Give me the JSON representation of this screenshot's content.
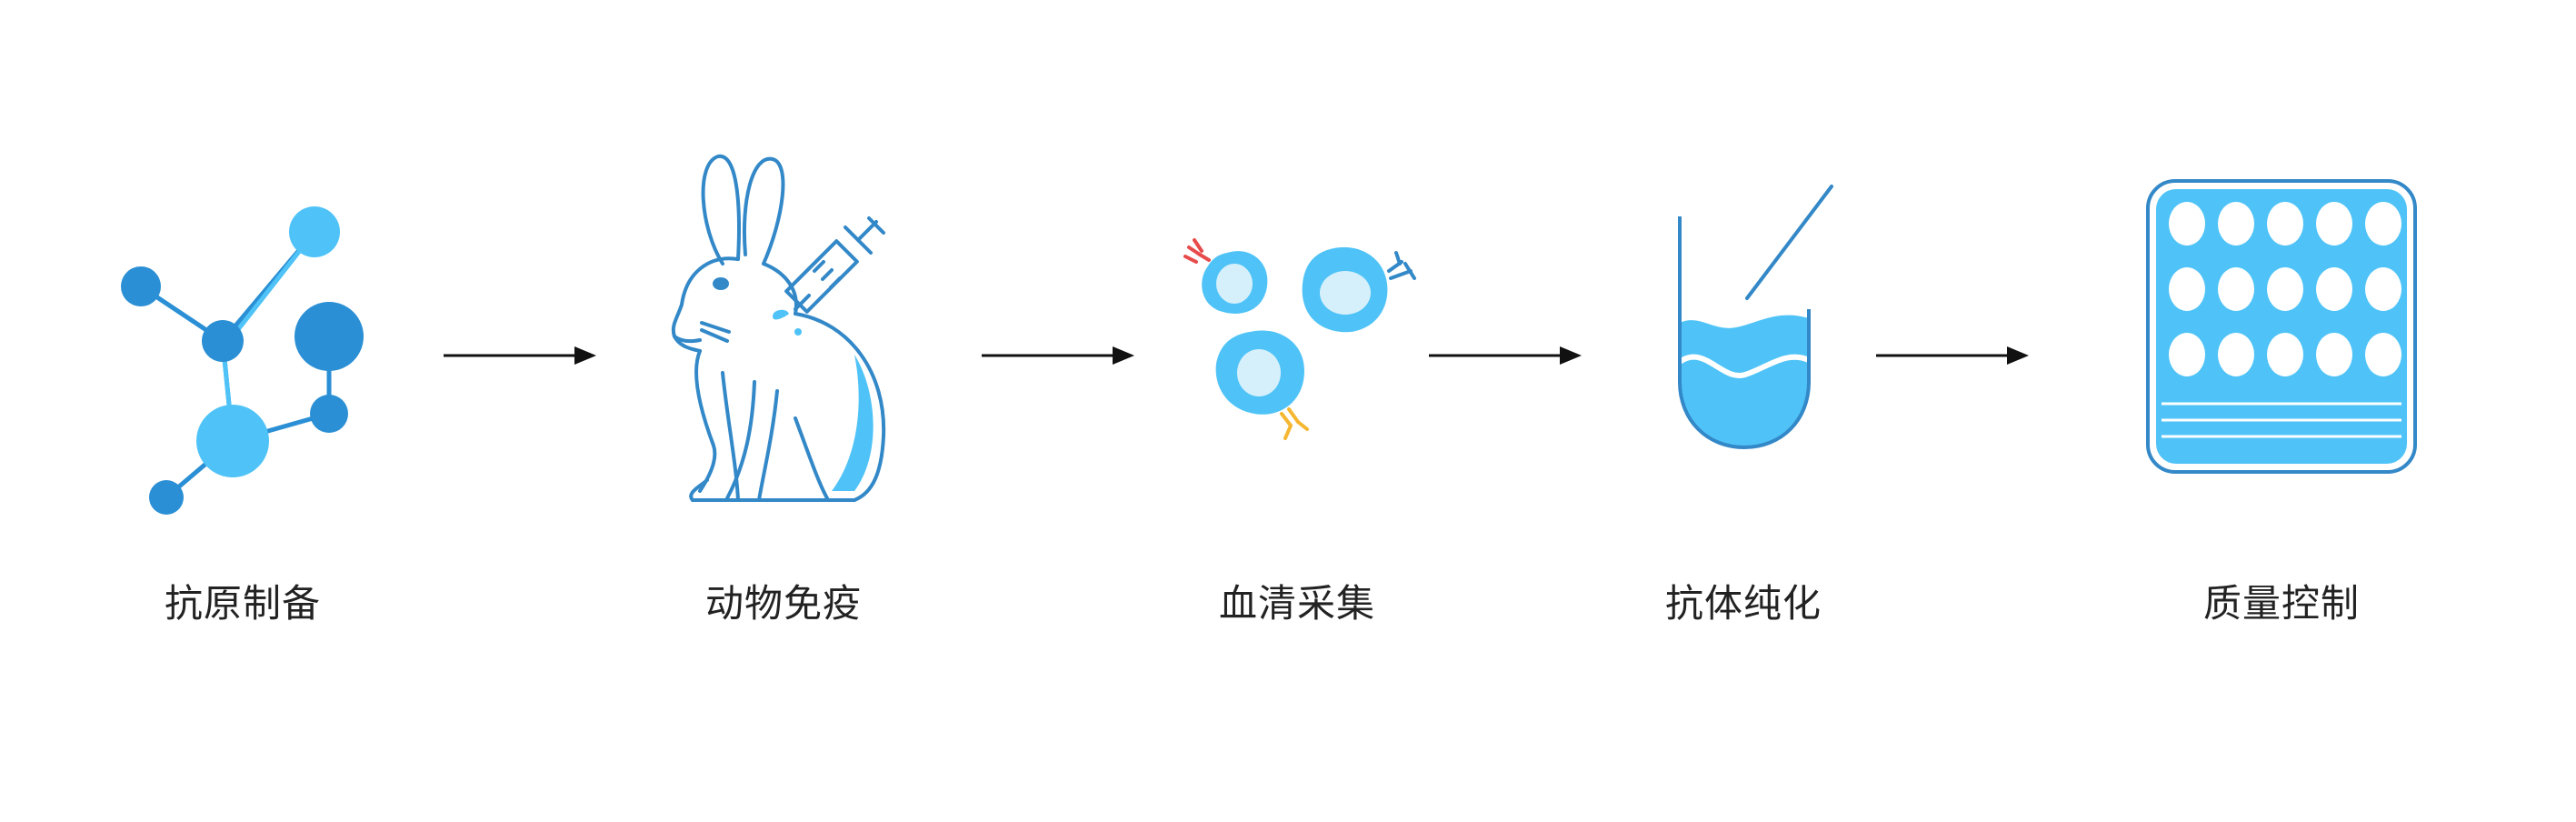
{
  "colors": {
    "light_blue": "#4fc3f7",
    "dark_blue": "#2a8fd4",
    "outline_blue": "#3388c8",
    "pale_blue": "#d6f0fb",
    "red": "#e84b4b",
    "yellow": "#f5b731",
    "arrow": "#111111",
    "text": "#222222"
  },
  "steps": [
    {
      "label": "抗原制备",
      "icon": "molecule-icon"
    },
    {
      "label": "动物免疫",
      "icon": "rabbit-syringe-icon"
    },
    {
      "label": "血清采集",
      "icon": "cells-antibody-icon"
    },
    {
      "label": "抗体纯化",
      "icon": "beaker-icon"
    },
    {
      "label": "质量控制",
      "icon": "well-plate-icon"
    }
  ]
}
